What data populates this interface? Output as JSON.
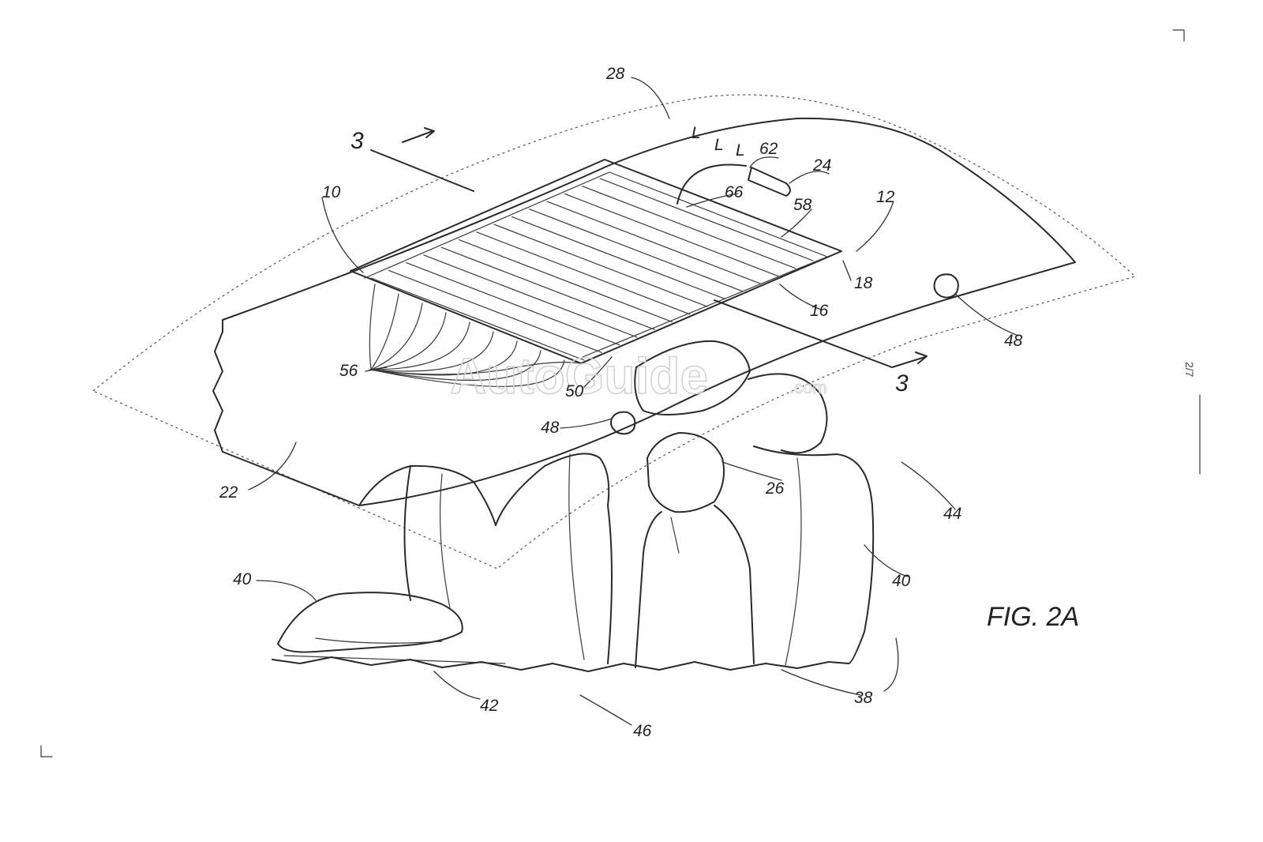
{
  "figure": {
    "caption": "FIG. 2A",
    "sheet_marker": "2/7",
    "watermark": "AutoGuide",
    "watermark_suffix": ".com"
  },
  "section_labels": [
    "3",
    "3"
  ],
  "line_labels": [
    "L",
    "L",
    "L"
  ],
  "reference_numerals": {
    "r10": "10",
    "r12": "12",
    "r16": "16",
    "r18": "18",
    "r22": "22",
    "r24": "24",
    "r26": "26",
    "r28": "28",
    "r38": "38",
    "r40a": "40",
    "r40b": "40",
    "r42": "42",
    "r44": "44",
    "r46": "46",
    "r48a": "48",
    "r48b": "48",
    "r50": "50",
    "r56": "56",
    "r58": "58",
    "r62": "62",
    "r66": "66"
  }
}
